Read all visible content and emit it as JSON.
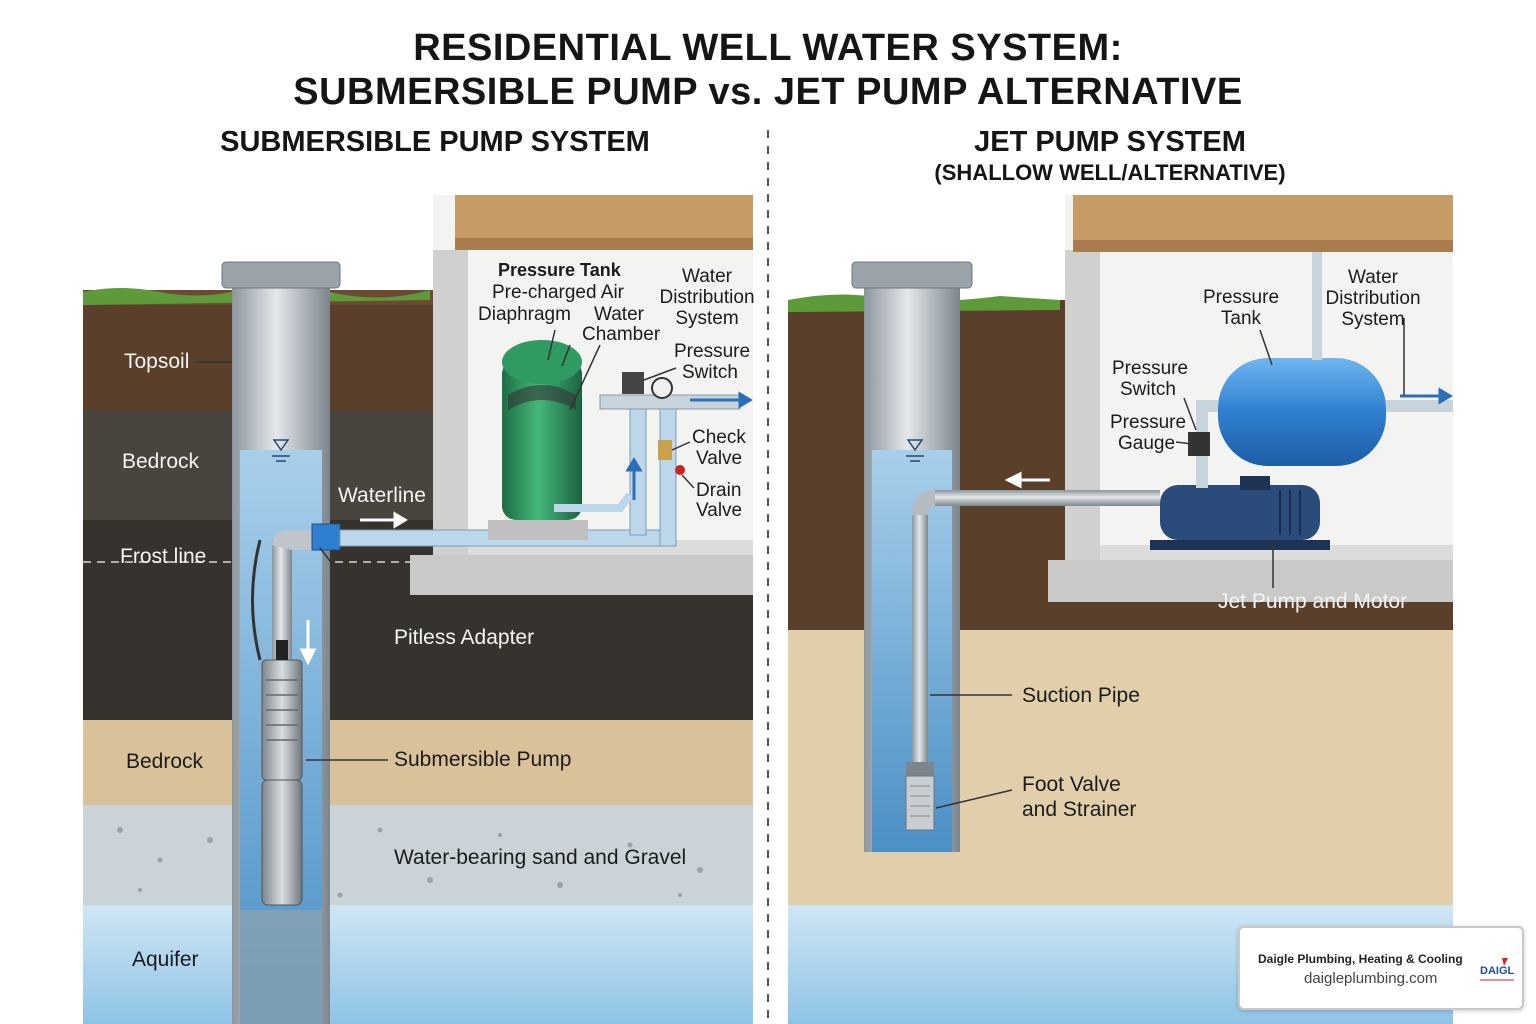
{
  "title": {
    "line1": "RESIDENTIAL WELL WATER SYSTEM:",
    "line2": "SUBMERSIBLE PUMP vs. JET PUMP ALTERNATIVE"
  },
  "left_panel": {
    "heading": "SUBMERSIBLE PUMP SYSTEM",
    "labels": {
      "topsoil": "Topsoil",
      "bedrock_upper": "Bedrock",
      "frost_line": "Frost line",
      "waterline": "Waterline",
      "pitless_adapter": "Pitless Adapter",
      "bedrock_lower": "Bedrock",
      "submersible_pump": "Submersible Pump",
      "sand_gravel": "Water-bearing sand and Gravel",
      "aquifer": "Aquifer",
      "pressure_tank": "Pressure Tank",
      "precharged_air_1": "Pre-charged Air",
      "precharged_air_2": "Diaphragm",
      "water_chamber_1": "Water",
      "water_chamber_2": "Chamber",
      "distribution_1": "Water",
      "distribution_2": "Distribution",
      "distribution_3": "System",
      "pressure_switch_1": "Pressure",
      "pressure_switch_2": "Switch",
      "check_valve_1": "Check",
      "check_valve_2": "Valve",
      "drain_valve_1": "Drain",
      "drain_valve_2": "Valve"
    }
  },
  "right_panel": {
    "heading": "JET PUMP SYSTEM",
    "subheading": "(SHALLOW WELL/ALTERNATIVE)",
    "labels": {
      "pressure_tank_1": "Pressure",
      "pressure_tank_2": "Tank",
      "distribution_1": "Water",
      "distribution_2": "Distribution",
      "distribution_3": "System",
      "pressure_switch_1": "Pressure",
      "pressure_switch_2": "Switch",
      "pressure_gauge_1": "Pressure",
      "pressure_gauge_2": "Gauge",
      "jet_pump": "Jet Pump and Motor",
      "suction_pipe": "Suction Pipe",
      "foot_valve_1": "Foot Valve",
      "foot_valve_2": "and Strainer"
    }
  },
  "branding": {
    "company": "Daigle Plumbing, Heating & Cooling",
    "website": "daigleplumbing.com",
    "logo_text": "DAIGLE"
  },
  "colors": {
    "water": "#7fb6dc",
    "topsoil": "#5a3f2a",
    "bedrock_dark": "#3d3a36",
    "bedrock_light": "#2f2d2b",
    "sand": "#d9c29a",
    "gravel": "#c9d3d8",
    "aquifer": "#a9d1ea",
    "grass": "#5f9a3a",
    "concrete": "#c9c9c7",
    "wood": "#c79b66",
    "pressure_tank_green": "#2f9a62",
    "pressure_tank_blue": "#2f7fd0",
    "jet_pump_navy": "#2b4b7a",
    "arrow_blue": "#2a6fb8"
  }
}
